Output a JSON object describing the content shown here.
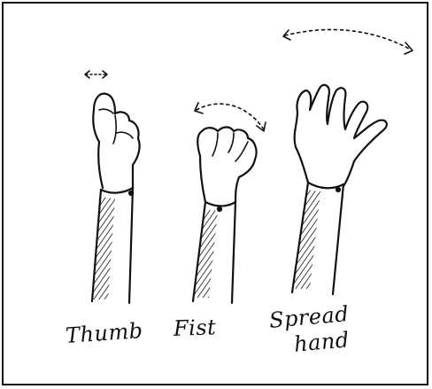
{
  "labels": {
    "thumb": "Thumb",
    "fist": "Fist",
    "spread_line1": "Spread",
    "spread_line2": "hand"
  },
  "colors": {
    "ink": "#111111",
    "background": "#ffffff"
  }
}
